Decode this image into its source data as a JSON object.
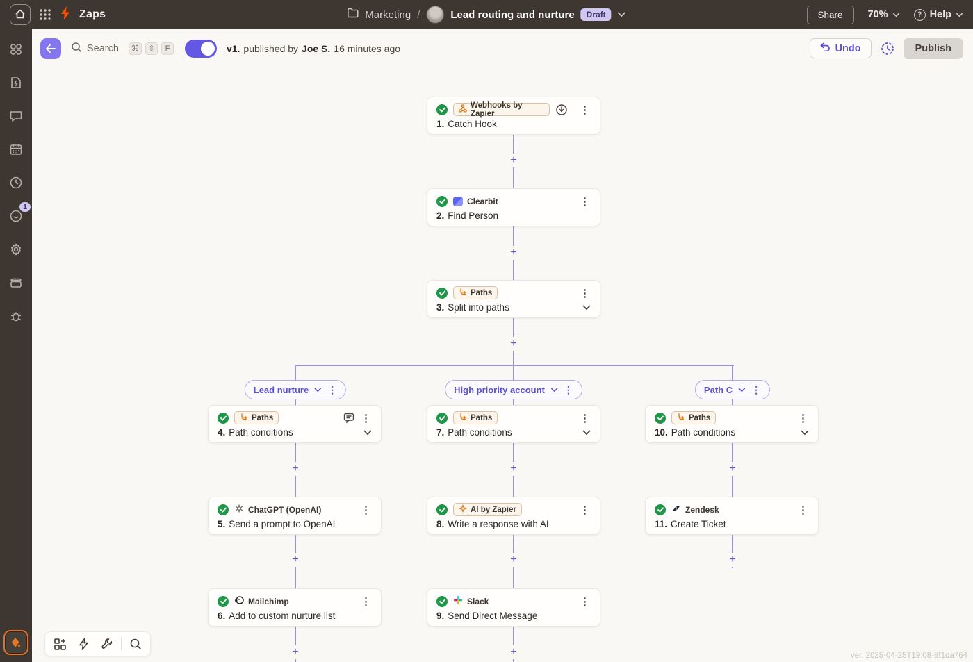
{
  "colors": {
    "accent_purple": "#5d50c6",
    "zapier_orange": "#ff4f00",
    "success_green": "#1f9648",
    "topbar_bg": "#3d3631",
    "canvas_bg": "#faf8f5",
    "draft_badge_bg": "#cfc6f4"
  },
  "topbar": {
    "product": "Zaps",
    "folder": "Marketing",
    "separator": "/",
    "zap_name": "Lead routing and nurture",
    "status": "Draft",
    "share": "Share",
    "zoom": "70%",
    "help": "Help"
  },
  "sidebar": {
    "notification_count": "1"
  },
  "editor_bar": {
    "search": "Search",
    "keys": [
      "⌘",
      "⇧",
      "F"
    ],
    "version_link": "v1.",
    "published_prefix": "published by",
    "author": "Joe S.",
    "published_suffix": "16 minutes ago",
    "undo": "Undo",
    "publish": "Publish"
  },
  "paths": [
    {
      "label": "Lead nurture"
    },
    {
      "label": "High priority account"
    },
    {
      "label": "Path C"
    }
  ],
  "nodes": [
    {
      "num": "1.",
      "title": "Catch Hook",
      "app": "Webhooks by Zapier"
    },
    {
      "num": "2.",
      "title": "Find Person",
      "app": "Clearbit"
    },
    {
      "num": "3.",
      "title": "Split into paths",
      "app": "Paths"
    },
    {
      "num": "4.",
      "title": "Path conditions",
      "app": "Paths"
    },
    {
      "num": "5.",
      "title": "Send a prompt to OpenAI",
      "app": "ChatGPT (OpenAI)"
    },
    {
      "num": "6.",
      "title": "Add to custom nurture list",
      "app": "Mailchimp"
    },
    {
      "num": "7.",
      "title": "Path conditions",
      "app": "Paths"
    },
    {
      "num": "8.",
      "title": "Write a response with AI",
      "app": "AI by Zapier"
    },
    {
      "num": "9.",
      "title": "Send Direct Message",
      "app": "Slack"
    },
    {
      "num": "10.",
      "title": "Path conditions",
      "app": "Paths"
    },
    {
      "num": "11.",
      "title": "Create Ticket",
      "app": "Zendesk"
    }
  ],
  "footer": {
    "version_text": "ver. 2025-04-25T19:08-8f1da764"
  }
}
